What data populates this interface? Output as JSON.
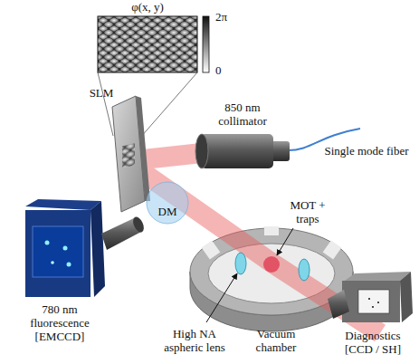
{
  "diagram": {
    "nodes": [
      {
        "text": [
          "DM"
        ]
      }
    ],
    "labels": [
      "φ(x, y)",
      "2π",
      "0",
      "SLM",
      "850 nm collimator",
      "Single mode fiber",
      "MOT + traps",
      "780 nm fluorescence [EMCCD]",
      "High NA aspheric lens",
      "Vacuum chamber",
      "Diagnostics [CCD / SH]"
    ]
  }
}
